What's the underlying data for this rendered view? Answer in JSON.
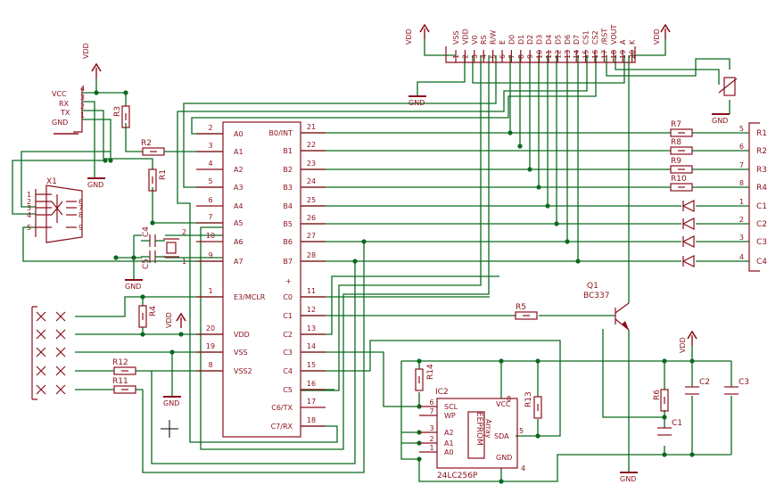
{
  "colors": {
    "wire": "#0a6b1e",
    "part": "#8b0f1a",
    "background": "#ffffff"
  },
  "power": {
    "vdd": "VDD",
    "gnd": "GND"
  },
  "parts": {
    "ic1_left_pins": [
      [
        "2",
        "A0"
      ],
      [
        "3",
        "A1"
      ],
      [
        "4",
        "A2"
      ],
      [
        "5",
        "A3"
      ],
      [
        "6",
        "A4"
      ],
      [
        "7",
        "A5"
      ],
      [
        "10",
        "A6"
      ],
      [
        "9",
        "A7"
      ],
      [
        "1",
        "E3/MCLR"
      ],
      [
        "20",
        "VDD"
      ],
      [
        "19",
        "VSS"
      ],
      [
        "8",
        "VSS2"
      ]
    ],
    "ic1_right_pins": [
      [
        "21",
        "B0/INT"
      ],
      [
        "22",
        "B1"
      ],
      [
        "23",
        "B2"
      ],
      [
        "24",
        "B3"
      ],
      [
        "25",
        "B4"
      ],
      [
        "26",
        "B5"
      ],
      [
        "27",
        "B6"
      ],
      [
        "28",
        "B7"
      ],
      [
        "11",
        "C0"
      ],
      [
        "12",
        "C1"
      ],
      [
        "13",
        "C2"
      ],
      [
        "14",
        "C3"
      ],
      [
        "15",
        "C4"
      ],
      [
        "16",
        "C5"
      ],
      [
        "17",
        "C6/TX"
      ],
      [
        "18",
        "C7/RX"
      ]
    ],
    "lcd_pin_numbers": [
      "1",
      "2",
      "3",
      "4",
      "5",
      "6",
      "7",
      "8",
      "9",
      "10",
      "11",
      "12",
      "13",
      "14",
      "15",
      "16",
      "17",
      "18",
      "19",
      "20"
    ],
    "lcd_pin_labels": [
      "VSS",
      "VDD",
      "V0",
      "RS",
      "R/W",
      "E",
      "D0",
      "D1",
      "D2",
      "D3",
      "D4",
      "D5",
      "D6",
      "D7",
      "CS1",
      "CS2",
      "/RST",
      "VOUT",
      "A",
      "K"
    ],
    "keypad_labels": [
      "R1",
      "R2",
      "R3",
      "R4",
      "C1",
      "C2",
      "C3",
      "C4"
    ],
    "keypad_pins": [
      "5",
      "6",
      "7",
      "8",
      "1",
      "2",
      "3",
      "4"
    ],
    "serial_header": {
      "labels": [
        "VCC",
        "RX",
        "TX",
        "GND"
      ],
      "pins": [
        "4",
        "3",
        "2",
        "1"
      ]
    },
    "db9": {
      "name": "X1",
      "pins": [
        "1",
        "2",
        "3",
        "4",
        "5",
        "6",
        "7",
        "8",
        "9"
      ]
    },
    "resistors": [
      "R1",
      "R2",
      "R3",
      "R4",
      "R5",
      "R6",
      "R7",
      "R8",
      "R9",
      "R10",
      "R11",
      "R12",
      "R13",
      "R14"
    ],
    "capacitors": [
      "C1",
      "C2",
      "C3",
      "C4",
      "C5"
    ],
    "transistor": {
      "name": "Q1",
      "part": "BC337"
    },
    "eeprom": {
      "name": "IC2",
      "part": "24LC256P",
      "label_top": "EEPROM",
      "label_bottom": "Array",
      "left_pins": [
        [
          "6",
          "SCL"
        ],
        [
          "7",
          "WP"
        ],
        [
          "3",
          "A2"
        ],
        [
          "2",
          "A1"
        ],
        [
          "1",
          "A0"
        ]
      ],
      "right_pins": [
        [
          "8",
          "VCC"
        ],
        [
          "5",
          "SDA"
        ],
        [
          "4",
          "GND"
        ]
      ]
    },
    "crystal_pins": [
      "2",
      "1"
    ]
  }
}
